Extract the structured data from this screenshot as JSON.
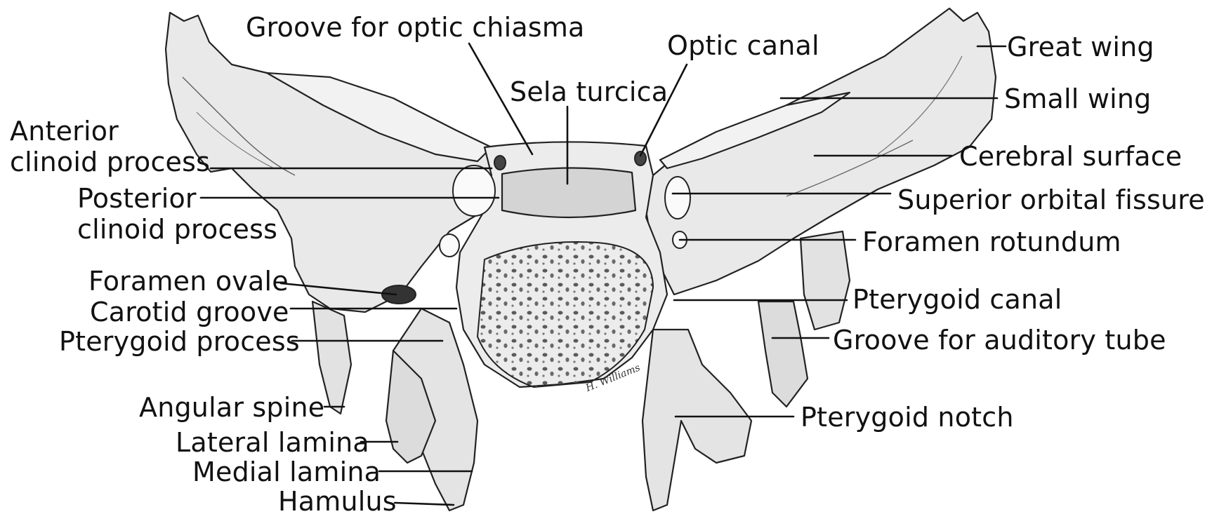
{
  "labels": {
    "groove_optic_chiasma": "Groove for optic chiasma",
    "optic_canal": "Optic canal",
    "great_wing": "Great wing",
    "sela_turcica": "Sela turcica",
    "small_wing": "Small wing",
    "anterior_clinoid_line1": "Anterior",
    "anterior_clinoid_line2": "clinoid process",
    "cerebral_surface": "Cerebral surface",
    "posterior_clinoid_line1": "Posterior",
    "posterior_clinoid_line2": "clinoid process",
    "superior_orbital_fissure": "Superior orbital fissure",
    "foramen_rotundum": "Foramen rotundum",
    "foramen_ovale": "Foramen ovale",
    "pterygoid_canal": "Pterygoid canal",
    "carotid_groove": "Carotid groove",
    "pterygoid_process": "Pterygoid process",
    "groove_auditory_tube": "Groove for auditory tube",
    "angular_spine": "Angular spine",
    "pterygoid_notch": "Pterygoid notch",
    "lateral_lamina": "Lateral lamina",
    "medial_lamina": "Medial lamina",
    "hamulus": "Hamulus"
  },
  "signature": "H. Williams"
}
